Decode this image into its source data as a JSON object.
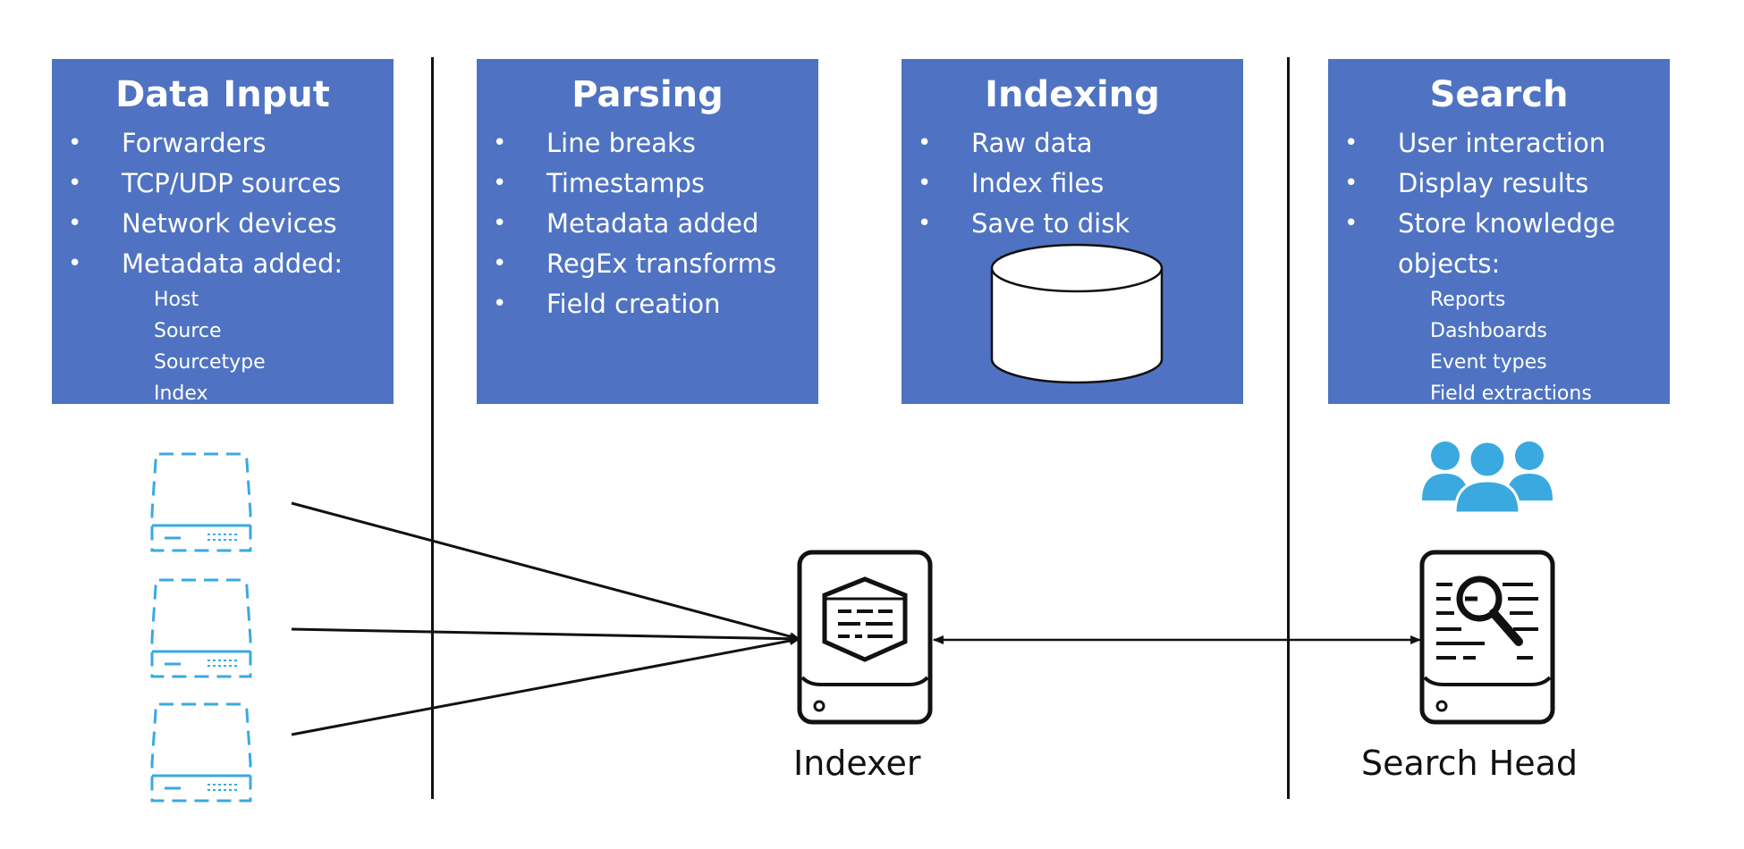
{
  "columns": [
    {
      "title": "Data Input",
      "bullets": [
        "Forwarders",
        "TCP/UDP sources",
        "Network devices",
        "Metadata added:"
      ],
      "sub_items": [
        "Host",
        "Source",
        "Sourcetype",
        "Index"
      ]
    },
    {
      "title": "Parsing",
      "bullets": [
        "Line breaks",
        "Timestamps",
        "Metadata added",
        "RegEx transforms",
        "Field creation"
      ]
    },
    {
      "title": "Indexing",
      "bullets": [
        "Raw data",
        "Index files",
        "Save to disk"
      ]
    },
    {
      "title": "Search",
      "bullets": [
        "User interaction",
        "Display results",
        "Store knowledge"
      ],
      "bullet_continuation": "objects:",
      "sub_items": [
        "Reports",
        "Dashboards",
        "Event types",
        "Field extractions"
      ]
    }
  ],
  "nodes": {
    "indexer": "Indexer",
    "search_head": "Search Head"
  },
  "colors": {
    "panel_fill": "#4f73c2",
    "forwarder_outline": "#3aa9e0",
    "users_icon": "#3aa9e0",
    "line": "#111111"
  },
  "icons": {
    "forwarders": "server-outline-icon",
    "database": "database-cylinder-icon",
    "users": "users-group-icon",
    "indexer": "indexer-server-icon",
    "search_head": "search-head-server-icon"
  }
}
